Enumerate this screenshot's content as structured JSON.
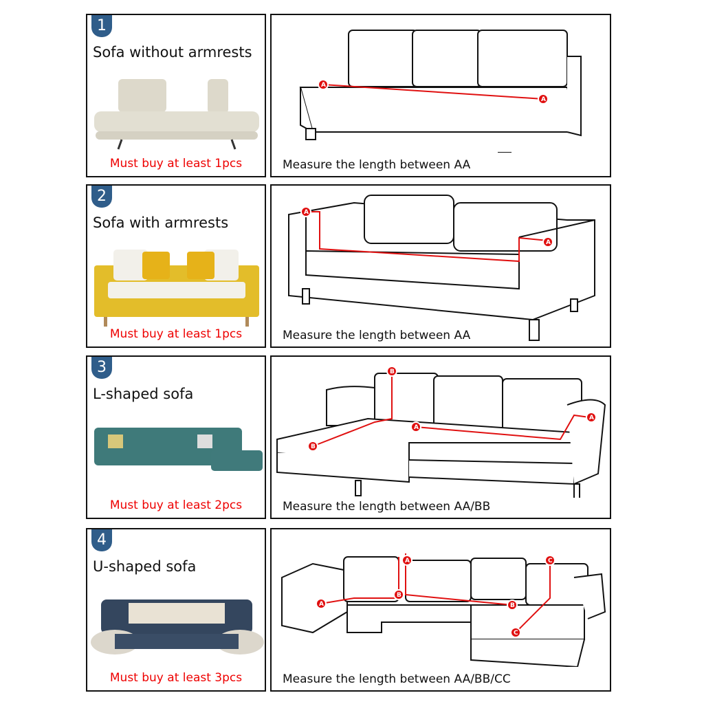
{
  "panels": [
    {
      "number": "1",
      "title": "Sofa without armrests",
      "must": "Must buy at least 1pcs",
      "measure": "Measure the length between AA",
      "markers": [
        "A",
        "A"
      ]
    },
    {
      "number": "2",
      "title": "Sofa with armrests",
      "must": "Must buy at least 1pcs",
      "measure": "Measure the length between AA",
      "markers": [
        "A",
        "A"
      ]
    },
    {
      "number": "3",
      "title": "L-shaped sofa",
      "must": "Must buy at least 2pcs",
      "measure": "Measure the length between AA/BB",
      "markers": [
        "A",
        "A",
        "B",
        "B"
      ]
    },
    {
      "number": "4",
      "title": "U-shaped sofa",
      "must": "Must buy at least 3pcs",
      "measure": "Measure the length between AA/BB/CC",
      "markers": [
        "A",
        "A",
        "B",
        "B",
        "C",
        "C"
      ]
    }
  ],
  "colors": {
    "badge": "#2f5d8a",
    "must": "#ee0000",
    "measure_line": "#e01010"
  }
}
